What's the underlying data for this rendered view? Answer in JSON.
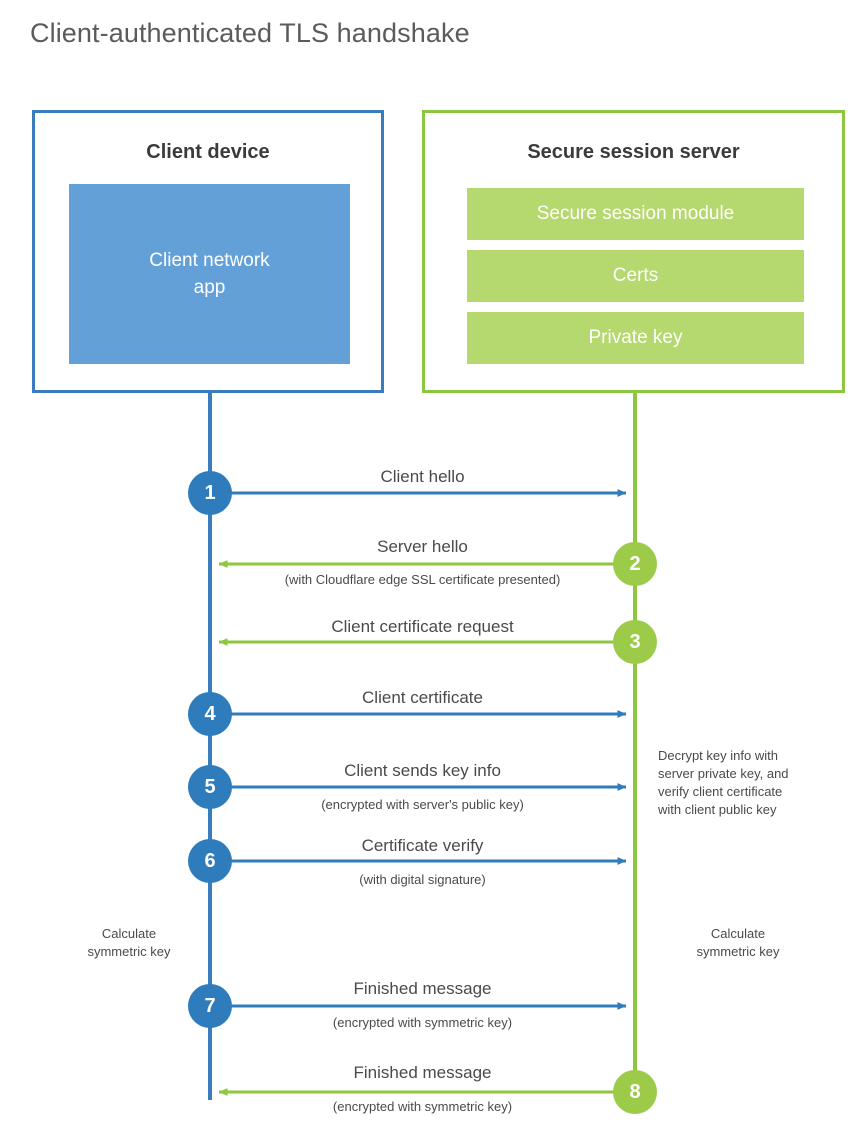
{
  "title": "Client-authenticated TLS handshake",
  "colors": {
    "client_blue": "#3a7dbe",
    "client_app_blue": "#63a0d8",
    "step_blue": "#2e7cbc",
    "server_green": "#8dc63f",
    "server_module_green": "#b5d86f",
    "step_green": "#9ccb4a",
    "text_gray": "#4a4a4a",
    "title_gray": "#5b5b5b"
  },
  "client": {
    "title": "Client device",
    "app_label": "Client network\napp",
    "app_label_line1": "Client network",
    "app_label_line2": "app"
  },
  "server": {
    "title": "Secure session server",
    "modules": [
      {
        "label": "Secure session module"
      },
      {
        "label": "Certs"
      },
      {
        "label": "Private key"
      }
    ]
  },
  "steps": [
    {
      "number": "1",
      "label": "Client hello",
      "sub": "",
      "direction": "client-to-server",
      "color": "blue"
    },
    {
      "number": "2",
      "label": "Server hello",
      "sub": "(with Cloudflare edge SSL certificate presented)",
      "direction": "server-to-client",
      "color": "green"
    },
    {
      "number": "3",
      "label": "Client certificate request",
      "sub": "",
      "direction": "server-to-client",
      "color": "green"
    },
    {
      "number": "4",
      "label": "Client certificate",
      "sub": "",
      "direction": "client-to-server",
      "color": "blue"
    },
    {
      "number": "5",
      "label": "Client sends key info",
      "sub": "(encrypted with server's public key)",
      "direction": "client-to-server",
      "color": "blue"
    },
    {
      "number": "6",
      "label": "Certificate verify",
      "sub": "(with digital signature)",
      "direction": "client-to-server",
      "color": "blue"
    },
    {
      "number": "7",
      "label": "Finished message",
      "sub": "(encrypted with symmetric key)",
      "direction": "client-to-server",
      "color": "blue"
    },
    {
      "number": "8",
      "label": "Finished message",
      "sub": "(encrypted with symmetric key)",
      "direction": "server-to-client",
      "color": "green"
    }
  ],
  "notes": {
    "server_decrypt": "Decrypt key info with\nserver private key, and\nverify client certificate\nwith client public key",
    "server_decrypt_lines": [
      "Decrypt key info with",
      "server private key, and",
      "verify client certificate",
      "with client public key"
    ],
    "client_calc_line1": "Calculate",
    "client_calc_line2": "symmetric key",
    "server_calc_line1": "Calculate",
    "server_calc_line2": "symmetric key"
  }
}
